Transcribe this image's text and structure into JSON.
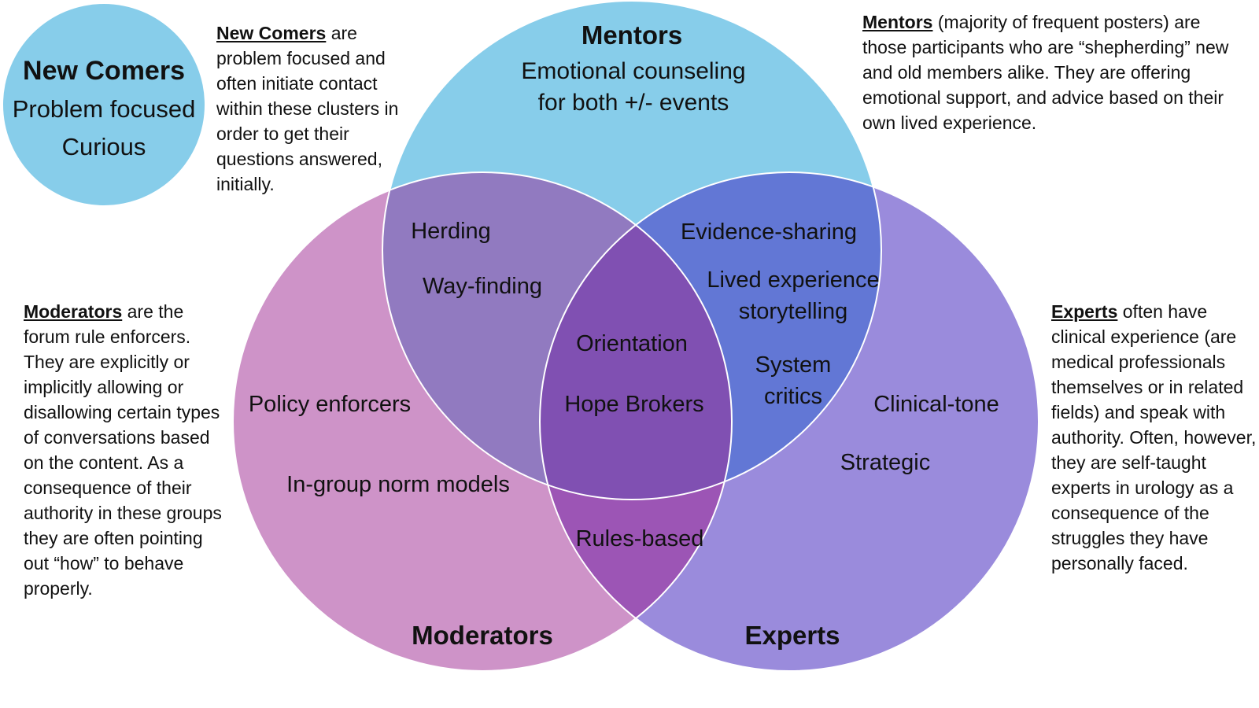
{
  "colors": {
    "newcomers": "#87CDEA",
    "mentors": "#87CDEA",
    "moderators": "#CE93C8",
    "experts": "#9A8BDC",
    "mentors_moderators": "#917AC0",
    "mentors_experts": "#6277D5",
    "moderators_experts": "#9C55B5",
    "all_three": "#8050B2",
    "outline": "#ffffff"
  },
  "newcomers_badge": {
    "title": "New Comers",
    "line1": "Problem focused",
    "line2": "Curious"
  },
  "circle_titles": {
    "mentors": "Mentors",
    "moderators": "Moderators",
    "experts": "Experts"
  },
  "mentors_body": {
    "line1": "Emotional counseling",
    "line2": "for both +/- events"
  },
  "regions": {
    "mentors_moderators": [
      "Herding",
      "Way-finding"
    ],
    "mentors_experts": [
      "Evidence-sharing",
      "Lived experience",
      "storytelling",
      "System",
      "critics"
    ],
    "center": [
      "Orientation",
      "Hope Brokers"
    ],
    "moderators_only": [
      "Policy enforcers",
      "In-group norm models"
    ],
    "moderators_experts": [
      "Rules-based"
    ],
    "experts_only": [
      "Clinical-tone",
      "Strategic"
    ]
  },
  "descriptions": {
    "newcomers": {
      "term": "New Comers",
      "text": " are problem focused and often initiate contact within these clusters in order to get their questions answered, initially."
    },
    "mentors": {
      "term": "Mentors",
      "text": " (majority of frequent posters) are those participants who are “shepherding” new and old members alike. They are offering emotional support, and advice based on their own lived experience."
    },
    "moderators": {
      "term": "Moderators",
      "text": " are the forum rule enforcers. They are explicitly or implicitly allowing or disallowing certain types of conversations based on the content. As a consequence of their authority in these groups they are often pointing out “how” to behave properly."
    },
    "experts": {
      "term": "Experts",
      "text": " often have clinical experience (are medical professionals themselves or in related fields) and speak with authority. Often, however, they are self-taught experts in urology as a consequence of the struggles they have personally faced."
    }
  }
}
